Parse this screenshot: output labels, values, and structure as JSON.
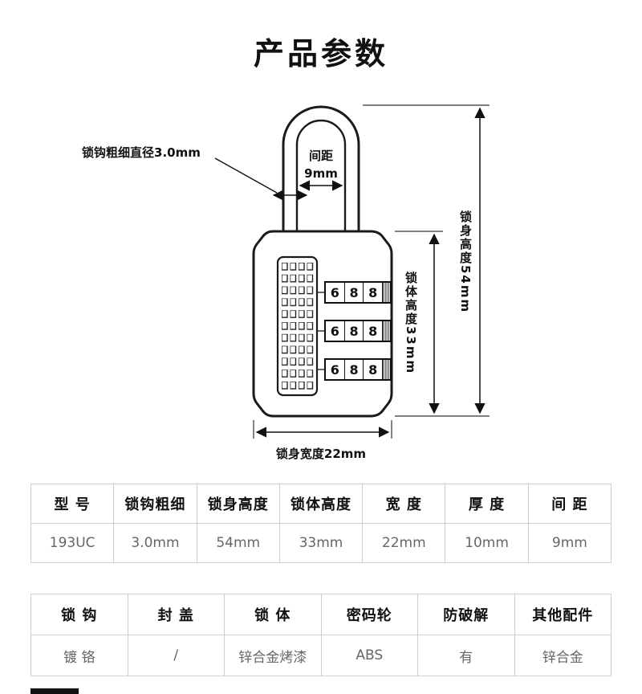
{
  "page": {
    "title": "产品参数"
  },
  "diagram": {
    "shackle_label": "锁钩粗细直径3.0mm",
    "gap_label": "间距",
    "gap_value": "9mm",
    "body_height_label": "锁体高度33mm",
    "total_height_label": "锁身高度54mm",
    "body_width_label": "锁身宽度22mm",
    "dials": [
      [
        "6",
        "8",
        "8"
      ],
      [
        "6",
        "8",
        "8"
      ],
      [
        "6",
        "8",
        "8"
      ]
    ]
  },
  "spec_table": {
    "headers": [
      "型 号",
      "锁钩粗细",
      "锁身高度",
      "锁体高度",
      "宽 度",
      "厚 度",
      "间 距"
    ],
    "values": [
      "193UC",
      "3.0mm",
      "54mm",
      "33mm",
      "22mm",
      "10mm",
      "9mm"
    ]
  },
  "material_table": {
    "headers": [
      "锁 钩",
      "封 盖",
      "锁 体",
      "密码轮",
      "防破解",
      "其他配件"
    ],
    "values": [
      "镀 铬",
      "/",
      "锌合金烤漆",
      "ABS",
      "有",
      "锌合金"
    ]
  }
}
